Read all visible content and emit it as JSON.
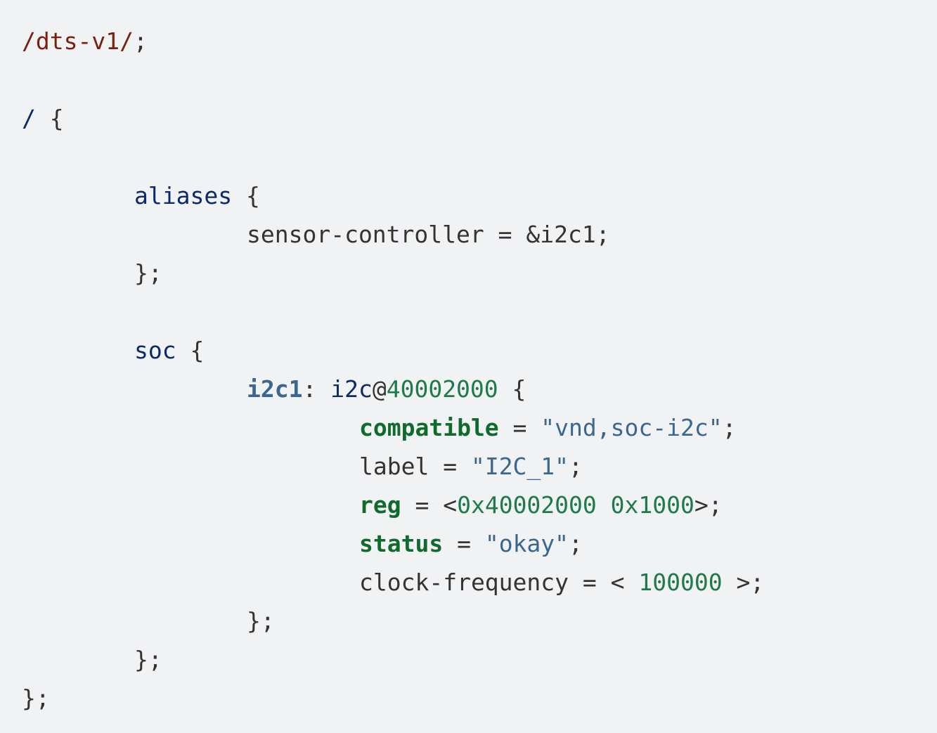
{
  "code": {
    "header": {
      "directive": "/dts-v1/",
      "semicolon": ";"
    },
    "root": {
      "slash": "/",
      "open": " {"
    },
    "aliases": {
      "name": "aliases",
      "open": " {",
      "entry": {
        "prop": "sensor-controller",
        "eq": " = ",
        "ref": "&i2c1",
        "semicolon": ";"
      },
      "close": "};"
    },
    "soc": {
      "name": "soc",
      "open": " {",
      "i2c": {
        "label": "i2c1",
        "colon": ": ",
        "node_name": "i2c",
        "at": "@",
        "address": "40002000",
        "open": " {",
        "compatible": {
          "prop": "compatible",
          "eq": " = ",
          "value": "\"vnd,soc-i2c\"",
          "semicolon": ";"
        },
        "label_prop": {
          "prop": "label",
          "eq": " = ",
          "value": "\"I2C_1\"",
          "semicolon": ";"
        },
        "reg": {
          "prop": "reg",
          "eq": " = ",
          "lt": "<",
          "addr": "0x40002000",
          "sep": " ",
          "size": "0x1000",
          "gt": ">",
          "semicolon": ";"
        },
        "status": {
          "prop": "status",
          "eq": " = ",
          "value": "\"okay\"",
          "semicolon": ";"
        },
        "clock": {
          "prop": "clock-frequency",
          "eq": " = ",
          "lt": "< ",
          "value": "100000",
          "gt": " >",
          "semicolon": ";"
        },
        "close": "};"
      },
      "close": "};"
    },
    "root_close": "};"
  },
  "colors": {
    "background": "#f1f2f4",
    "directive": "#7a1f0e",
    "node": "#0b2a6b",
    "string": "#3a6790",
    "number": "#1f7a4a",
    "property_keyword": "#0f6b2c",
    "text": "#333333"
  }
}
